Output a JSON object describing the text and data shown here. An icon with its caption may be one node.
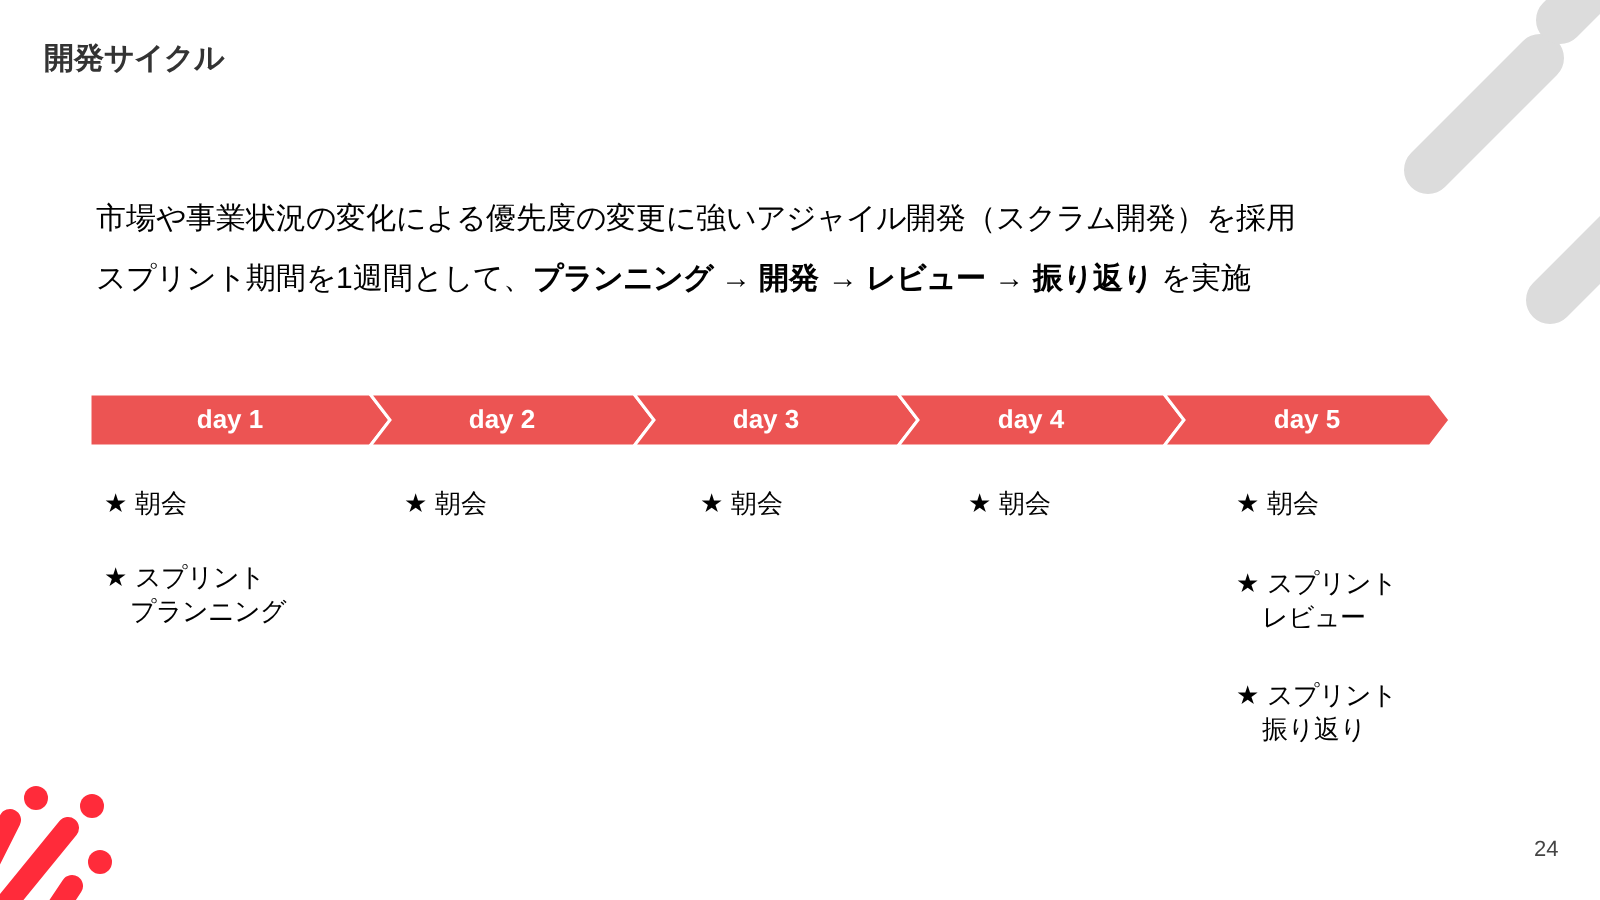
{
  "diagram": {
    "title": "開発サイクル",
    "nodes": [
      {
        "text": [
          "day 1"
        ],
        "beside": [
          "★ 朝会",
          "★ スプリントプランニング"
        ]
      },
      {
        "text": [
          "day 2"
        ],
        "beside": [
          "★ 朝会"
        ]
      },
      {
        "text": [
          "day 3"
        ],
        "beside": [
          "★ 朝会"
        ]
      },
      {
        "text": [
          "day 4"
        ],
        "beside": [
          "★ 朝会"
        ]
      },
      {
        "text": [
          "day 5"
        ],
        "beside": [
          "★ 朝会",
          "★ スプリントレビュー",
          "★ スプリント振り返り"
        ]
      }
    ],
    "labels": [
      "市場や事業状況の変化による優先度の変更に強いアジャイル開発（スクラム開発）を採用",
      "スプリント期間を1週間として、**プランニング → 開発 → レビュー → 振り返り** を実施",
      "24"
    ]
  }
}
